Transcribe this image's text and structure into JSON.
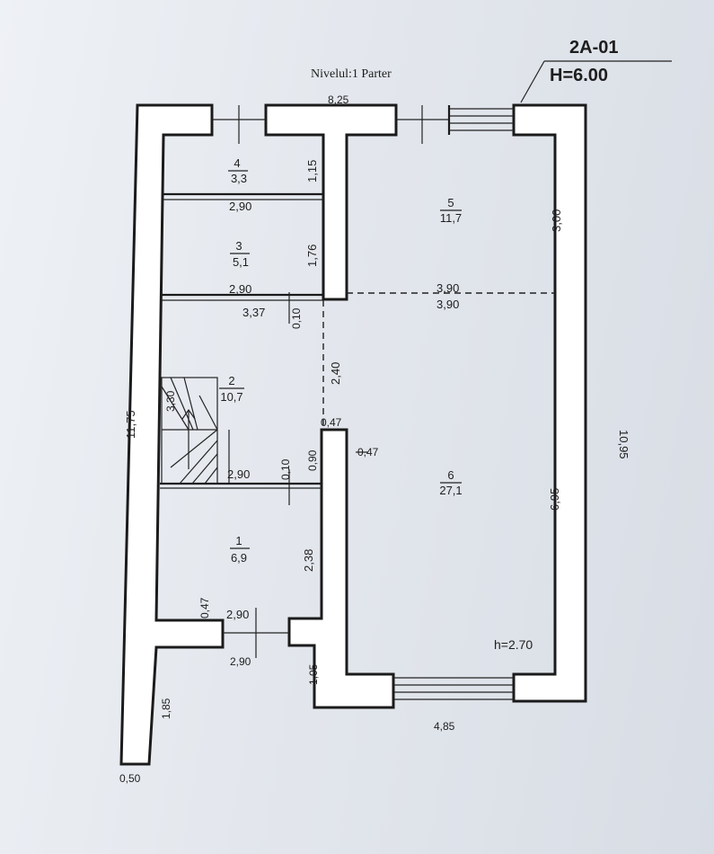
{
  "level_title": "Nivelul:1 Parter",
  "stamp": {
    "code": "2A-01",
    "height": "H=6.00"
  },
  "rooms": [
    {
      "number": "1",
      "area": "6,9"
    },
    {
      "number": "2",
      "area": "10,7"
    },
    {
      "number": "3",
      "area": "5,1"
    },
    {
      "number": "4",
      "area": "3,3"
    },
    {
      "number": "5",
      "area": "11,7"
    },
    {
      "number": "6",
      "area": "27,1"
    }
  ],
  "dimensions": {
    "top_width": "8,25",
    "left_height": "11,75",
    "right_height": "10,95",
    "bottom_width": "4,85",
    "bottom_left": "0,50",
    "room4_width": "2,90",
    "room4_height": "1,15",
    "room3_width": "2,90",
    "room3_height": "1,76",
    "corridor_width": "3,37",
    "wall_010_a": "0,10",
    "room5_width_top": "3,90",
    "room5_width_bottom": "3,90",
    "room5_height": "3,00",
    "hall_height": "2,40",
    "stair_height": "3,30",
    "opening_047_a": "0,47",
    "opening_047_b": "0,47",
    "opening_090": "0,90",
    "wall_010_b": "0,10",
    "room2_width": "2,90",
    "room6_height": "6,95",
    "room1_height": "2,38",
    "opening_047_c": "0,47",
    "room1_width": "2,90",
    "entry_width": "2,90",
    "left_wing_height": "1,85",
    "step_height": "1,05"
  },
  "ceiling_height": "h=2.70"
}
